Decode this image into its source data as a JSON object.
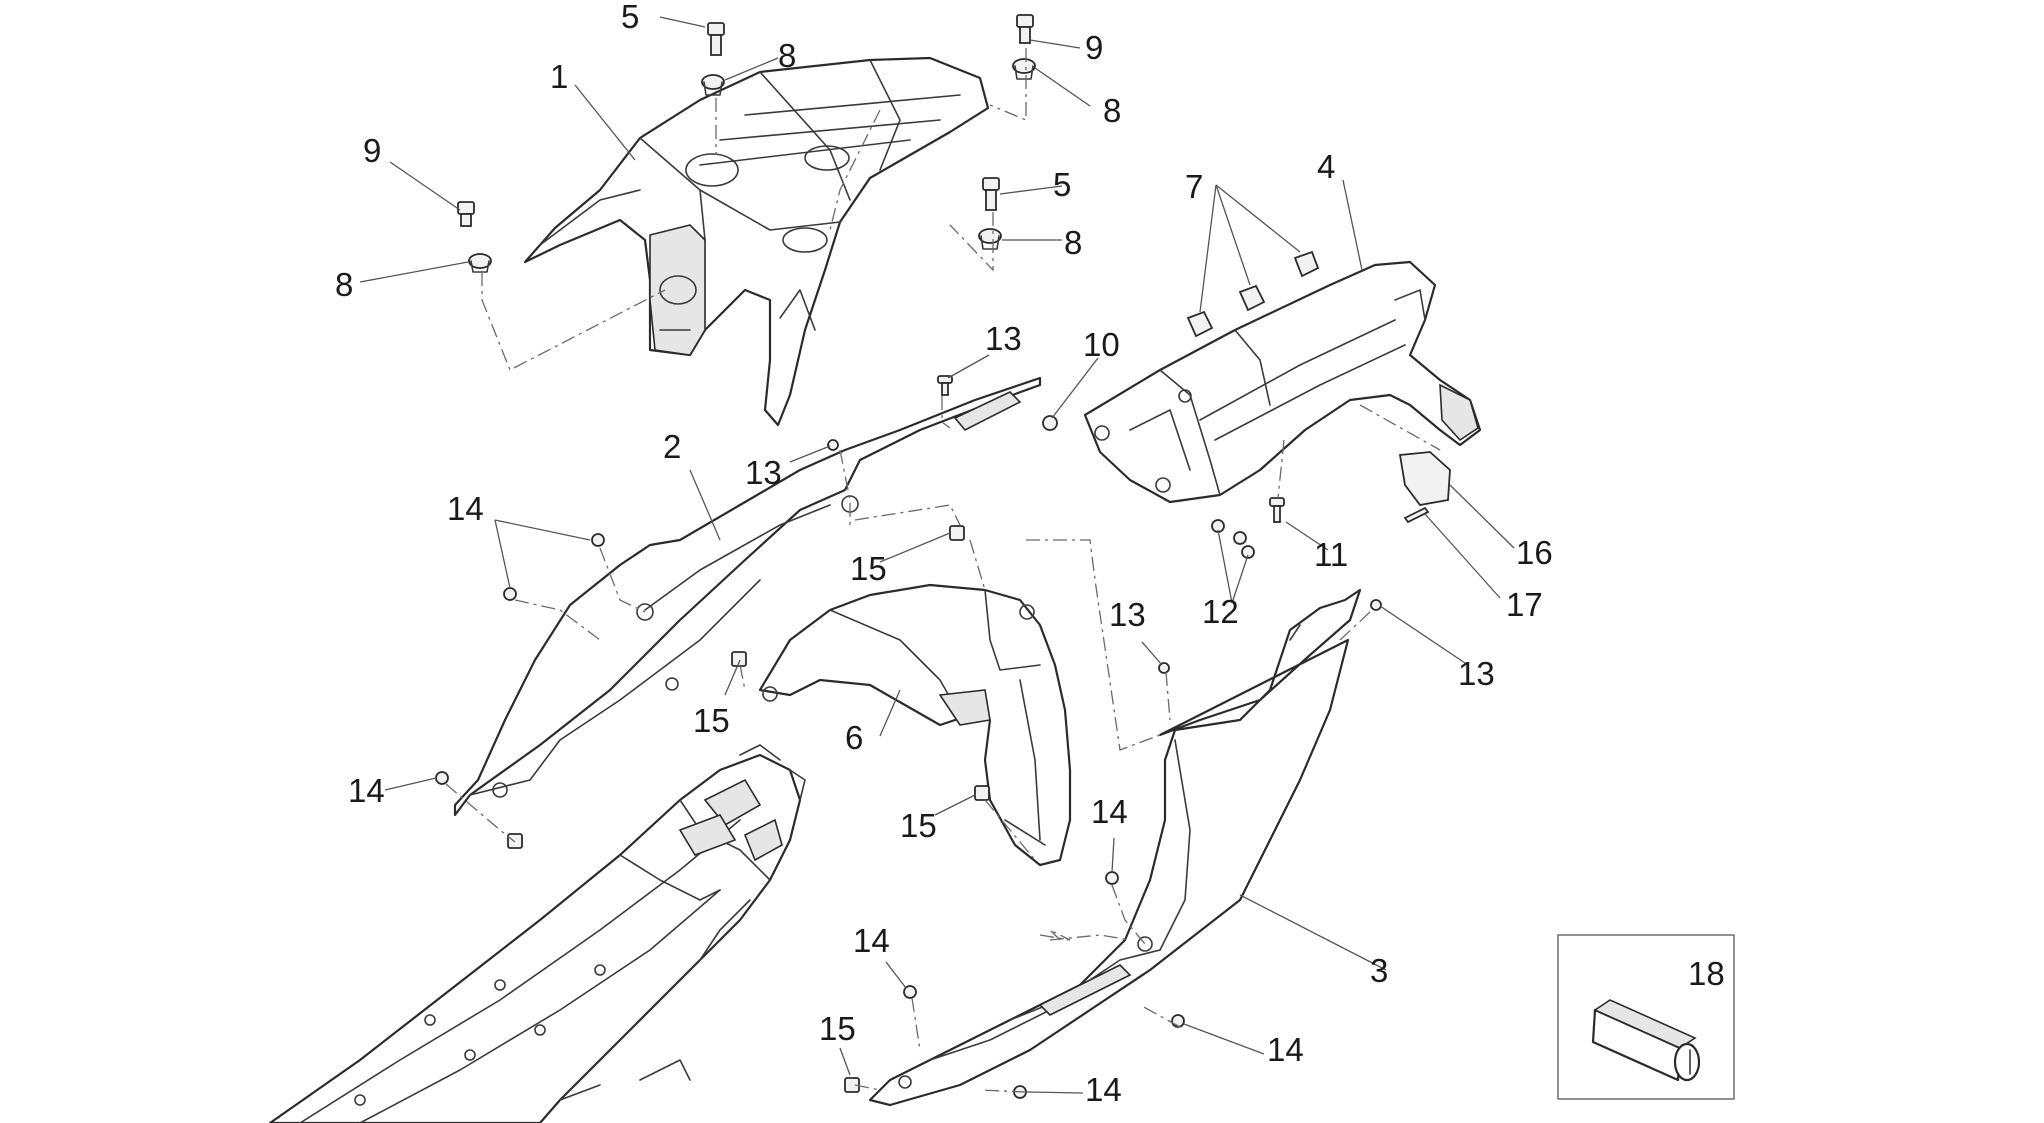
{
  "callouts": [
    {
      "id": "c1",
      "label": "1"
    },
    {
      "id": "c2",
      "label": "2"
    },
    {
      "id": "c3",
      "label": "3"
    },
    {
      "id": "c4",
      "label": "4"
    },
    {
      "id": "c5a",
      "label": "5"
    },
    {
      "id": "c5b",
      "label": "5"
    },
    {
      "id": "c6",
      "label": "6"
    },
    {
      "id": "c7",
      "label": "7"
    },
    {
      "id": "c8a",
      "label": "8"
    },
    {
      "id": "c8b",
      "label": "8"
    },
    {
      "id": "c8c",
      "label": "8"
    },
    {
      "id": "c8d",
      "label": "8"
    },
    {
      "id": "c9a",
      "label": "9"
    },
    {
      "id": "c9b",
      "label": "9"
    },
    {
      "id": "c10",
      "label": "10"
    },
    {
      "id": "c11",
      "label": "11"
    },
    {
      "id": "c12",
      "label": "12"
    },
    {
      "id": "c13a",
      "label": "13"
    },
    {
      "id": "c13b",
      "label": "13"
    },
    {
      "id": "c13c",
      "label": "13"
    },
    {
      "id": "c13d",
      "label": "13"
    },
    {
      "id": "c14a",
      "label": "14"
    },
    {
      "id": "c14b",
      "label": "14"
    },
    {
      "id": "c14c",
      "label": "14"
    },
    {
      "id": "c14d",
      "label": "14"
    },
    {
      "id": "c14e",
      "label": "14"
    },
    {
      "id": "c14f",
      "label": "14"
    },
    {
      "id": "c15a",
      "label": "15"
    },
    {
      "id": "c15b",
      "label": "15"
    },
    {
      "id": "c15c",
      "label": "15"
    },
    {
      "id": "c15d",
      "label": "15"
    },
    {
      "id": "c16",
      "label": "16"
    },
    {
      "id": "c17",
      "label": "17"
    },
    {
      "id": "c18",
      "label": "18"
    }
  ]
}
